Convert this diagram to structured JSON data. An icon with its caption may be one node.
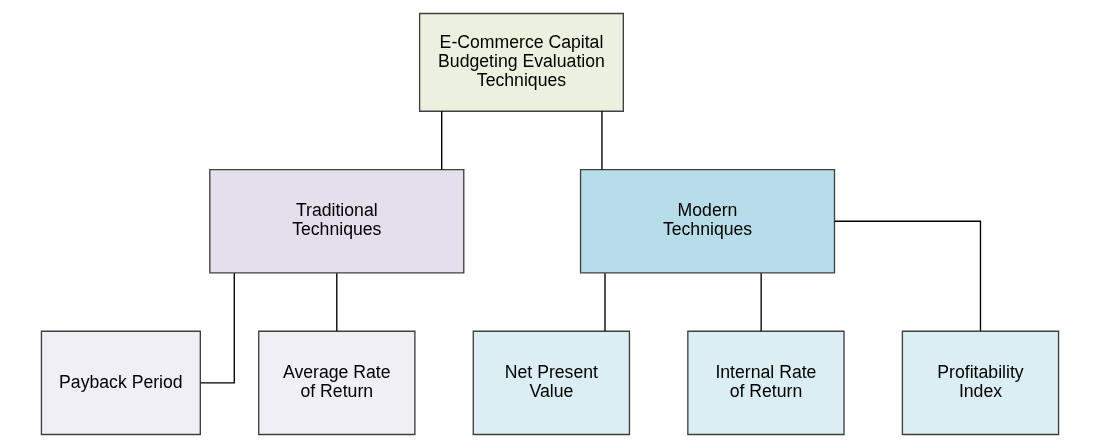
{
  "diagram": {
    "nodes": [
      {
        "text": [
          "E-Commerce Capital Budgeting Evaluation Techniques"
        ]
      },
      {
        "text": [
          "Traditional Techniques"
        ]
      },
      {
        "text": [
          "Modern Techniques"
        ]
      },
      {
        "text": [
          "Payback Period"
        ]
      },
      {
        "text": [
          "Average Rate of Return"
        ]
      },
      {
        "text": [
          "Net Present Value"
        ]
      },
      {
        "text": [
          "Internal Rate of Return"
        ]
      },
      {
        "text": [
          "Profitability Index"
        ]
      }
    ],
    "edges": [
      {
        "from": 0,
        "to": 1,
        "arrow": "none"
      },
      {
        "from": 0,
        "to": 2,
        "arrow": "none"
      },
      {
        "from": 1,
        "to": 3,
        "arrow": "none"
      },
      {
        "from": 1,
        "to": 4,
        "arrow": "none"
      },
      {
        "from": 2,
        "to": 5,
        "arrow": "none"
      },
      {
        "from": 2,
        "to": 6,
        "arrow": "none"
      },
      {
        "from": 2,
        "to": 7,
        "arrow": "none"
      }
    ]
  }
}
